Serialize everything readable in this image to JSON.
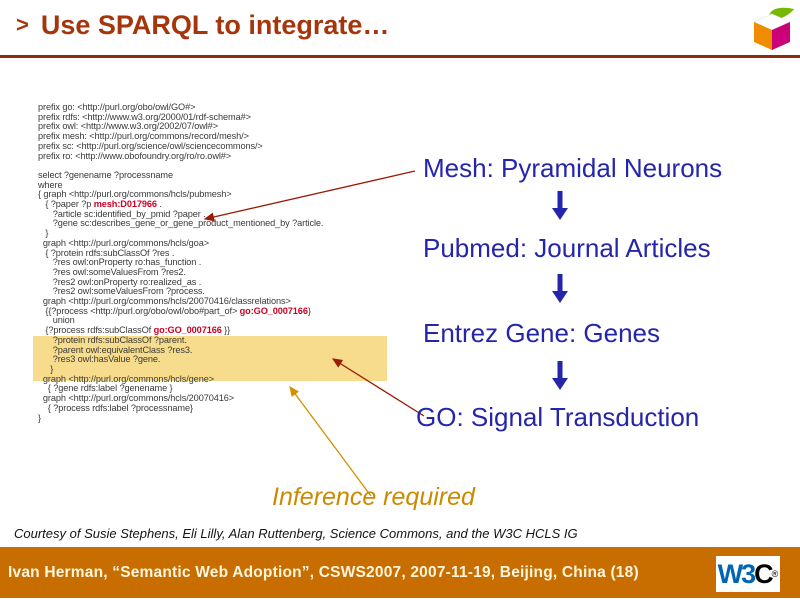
{
  "title": {
    "bullet": ">",
    "text": "Use SPARQL to integrate…"
  },
  "code": {
    "lines": [
      {
        "segs": [
          [
            "prefix go: <http://purl.org/obo/owl/GO#>"
          ]
        ]
      },
      {
        "segs": [
          [
            "prefix rdfs: <http://www.w3.org/2000/01/rdf-schema#>"
          ]
        ]
      },
      {
        "segs": [
          [
            "prefix owl: <http://www.w3.org/2002/07/owl#>"
          ]
        ]
      },
      {
        "segs": [
          [
            "prefix mesh: <http://purl.org/commons/record/mesh/>"
          ]
        ]
      },
      {
        "segs": [
          [
            "prefix sc: <http://purl.org/science/owl/sciencecommons/>"
          ]
        ]
      },
      {
        "segs": [
          [
            "prefix ro: <http://www.obofoundry.org/ro/ro.owl#>"
          ]
        ]
      },
      {
        "segs": []
      },
      {
        "segs": [
          [
            "select ?genename ?processname"
          ]
        ]
      },
      {
        "segs": [
          [
            "where"
          ]
        ]
      },
      {
        "segs": [
          [
            "{ graph <http://purl.org/commons/hcls/pubmesh>"
          ]
        ]
      },
      {
        "segs": [
          [
            "   { ?paper ?p "
          ],
          [
            "mesh:D017966",
            "r"
          ],
          [
            " ."
          ]
        ]
      },
      {
        "segs": [
          [
            "      ?article sc:identified_by_pmid ?paper ."
          ]
        ]
      },
      {
        "segs": [
          [
            "      ?gene sc:describes_gene_or_gene_product_mentioned_by ?article."
          ]
        ]
      },
      {
        "segs": [
          [
            "   }"
          ]
        ]
      },
      {
        "segs": [
          [
            "  graph <http://purl.org/commons/hcls/goa>"
          ]
        ]
      },
      {
        "segs": [
          [
            "   { ?protein rdfs:subClassOf ?res ."
          ]
        ]
      },
      {
        "segs": [
          [
            "      ?res owl:onProperty ro:has_function ."
          ]
        ]
      },
      {
        "segs": [
          [
            "      ?res owl:someValuesFrom ?res2."
          ]
        ]
      },
      {
        "segs": [
          [
            "      ?res2 owl:onProperty ro:realized_as ."
          ]
        ]
      },
      {
        "segs": [
          [
            "      ?res2 owl:someValuesFrom ?process."
          ]
        ]
      },
      {
        "segs": [
          [
            "  graph <http://purl.org/commons/hcls/20070416/classrelations>"
          ]
        ]
      },
      {
        "segs": [
          [
            "   {{?process <http://purl.org/obo/owl/obo#part_of> "
          ],
          [
            "go:GO_0007166",
            "r"
          ],
          [
            "}"
          ]
        ]
      },
      {
        "segs": [
          [
            "      union"
          ]
        ]
      },
      {
        "segs": [
          [
            "   {?process rdfs:subClassOf "
          ],
          [
            "go:GO_0007166",
            "r"
          ],
          [
            " }}"
          ]
        ]
      },
      {
        "segs": [
          [
            "      ?protein rdfs:subClassOf ?parent."
          ]
        ]
      },
      {
        "segs": [
          [
            "      ?parent owl:equivalentClass ?res3."
          ]
        ]
      },
      {
        "segs": [
          [
            "      ?res3 owl:hasValue ?gene."
          ]
        ]
      },
      {
        "segs": [
          [
            "     }"
          ]
        ]
      },
      {
        "segs": [
          [
            "  graph <http://purl.org/commons/hcls/gene>"
          ]
        ]
      },
      {
        "segs": [
          [
            "    { ?gene rdfs:label ?genename }"
          ]
        ]
      },
      {
        "segs": [
          [
            "  graph <http://purl.org/commons/hcls/20070416>"
          ]
        ]
      },
      {
        "segs": [
          [
            "    { ?process rdfs:label ?processname}"
          ]
        ]
      },
      {
        "segs": [
          [
            "}"
          ]
        ]
      }
    ]
  },
  "flow_labels": [
    {
      "text": "Mesh: Pyramidal Neurons"
    },
    {
      "text": "Pubmed: Journal Articles"
    },
    {
      "text": "Entrez Gene: Genes"
    },
    {
      "text": "GO: Signal Transduction"
    }
  ],
  "inference_note": "Inference required",
  "courtesy": "Courtesy of Susie Stephens, Eli Lilly, Alan Ruttenberg, Science Commons, and the W3C HCLS IG",
  "footer": {
    "text": "Ivan Herman, “Semantic Web Adoption”, CSWS2007, 2007-11-19, Beijing, China  (18)",
    "logo_w3": "W3",
    "logo_c": "C",
    "logo_reg": "®"
  },
  "colors": {
    "title": "#A5360C",
    "rule": "#8E2B0C",
    "code_text": "#3a3a3a",
    "code_token": "#CC0022",
    "highlight": "#F6DC8C",
    "flow_label_blue": "#2525AC",
    "inference_orange": "#CC8A00",
    "connector_red": "#9B1C06",
    "connector_gold": "#D29000",
    "footer_bg": "#C86E00",
    "footer_text": "#FFF6DE",
    "w3c_blue": "#0066B2",
    "cube_orange": "#F08C00",
    "cube_magenta": "#CC0077",
    "cube_green": "#76B900"
  }
}
